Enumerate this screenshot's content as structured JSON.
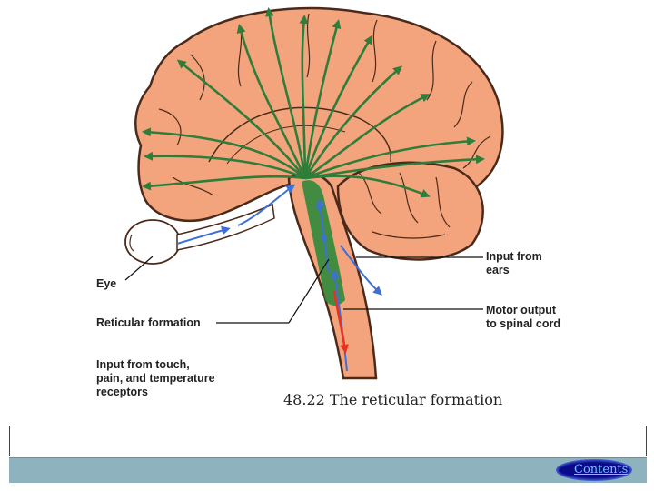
{
  "diagram": {
    "labels": {
      "eye": "Eye",
      "reticular": "Reticular formation",
      "touch": [
        "Input from touch,",
        "pain, and temperature",
        "receptors"
      ],
      "ears": [
        "Input from",
        "ears"
      ],
      "motor": [
        "Motor output",
        "to spinal cord"
      ]
    },
    "colors": {
      "brain": "#f4a47c",
      "brain_outline": "#4a2a1a",
      "reticular_core": "#2f8a3c",
      "green_arrows": "#2e7d3a",
      "blue_arrows": "#3d6fd8",
      "red_arrow": "#e8321e"
    }
  },
  "caption": "48.22 The reticular formation",
  "nav": {
    "contents_label": "Contents",
    "button_color": "#0a0a8a",
    "bar_color": "#8fb2bf"
  }
}
